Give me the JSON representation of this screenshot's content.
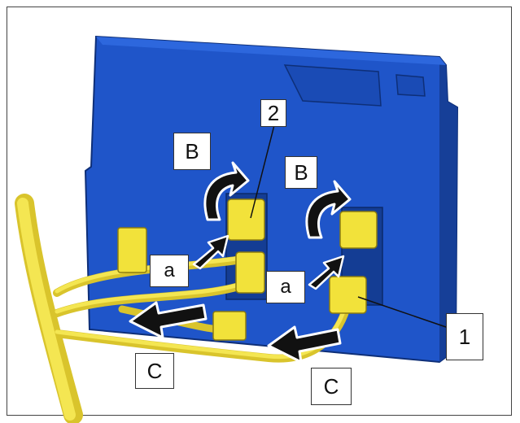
{
  "labels": {
    "part_1": "1",
    "part_2": "2",
    "step_b_left": "B",
    "step_b_right": "B",
    "step_a_left": "a",
    "step_a_right": "a",
    "step_c_left": "C",
    "step_c_right": "C"
  },
  "colors": {
    "panel": "#1f55c9",
    "panel_dark": "#153f9a",
    "connector": "#f2e23a",
    "wire": "#efe04a",
    "arrow": "#111111",
    "arrow_outline": "#ffffff"
  },
  "icons": [
    "rotate-arrow-icon",
    "push-arrow-icon",
    "pull-arrow-icon"
  ]
}
